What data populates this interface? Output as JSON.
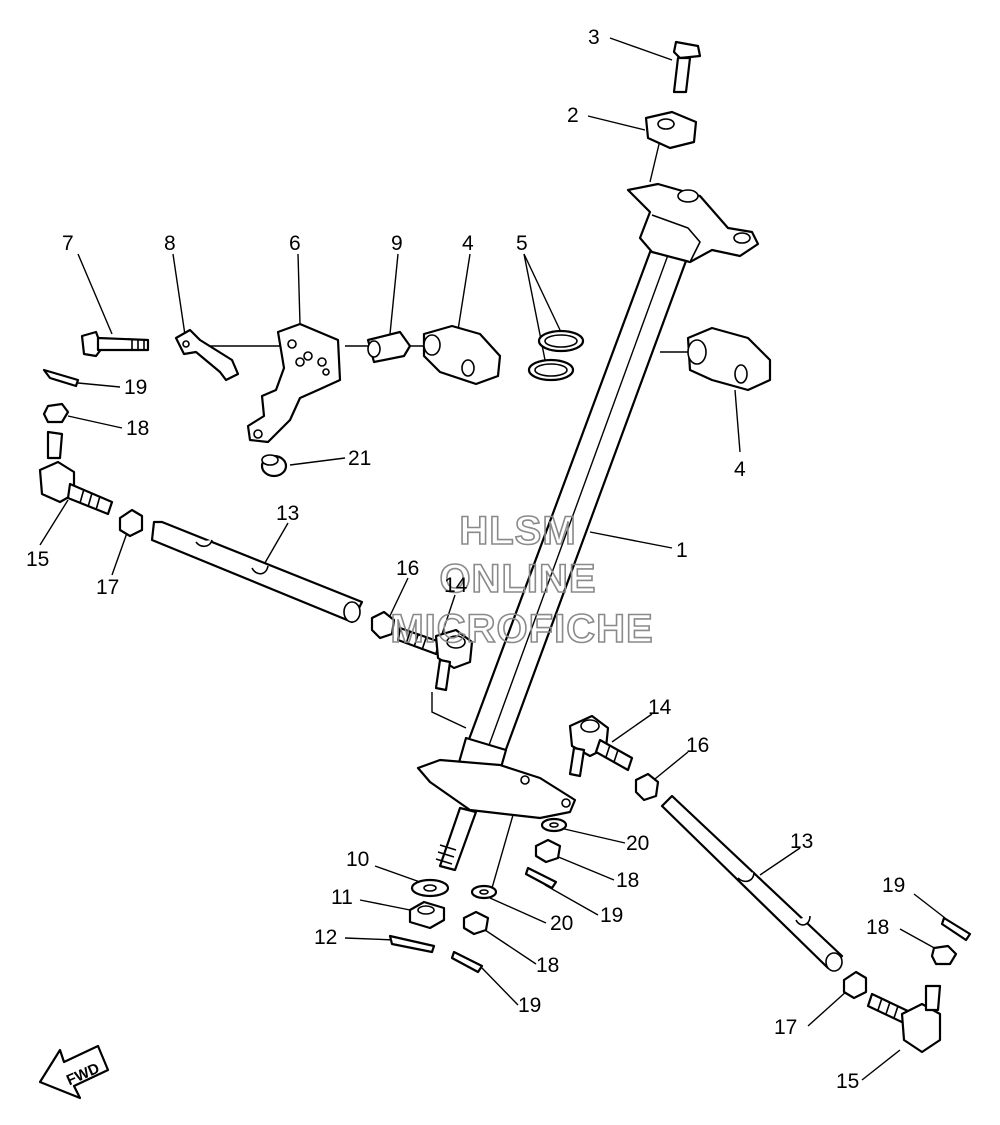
{
  "watermark": {
    "line1": "HLSM",
    "line2": "ONLINE",
    "line3": "MICROFICHE"
  },
  "fwd_label": "FWD",
  "callouts": [
    {
      "id": "c3",
      "text": "3"
    },
    {
      "id": "c2",
      "text": "2"
    },
    {
      "id": "c7",
      "text": "7"
    },
    {
      "id": "c8",
      "text": "8"
    },
    {
      "id": "c6",
      "text": "6"
    },
    {
      "id": "c9",
      "text": "9"
    },
    {
      "id": "c4a",
      "text": "4"
    },
    {
      "id": "c5",
      "text": "5"
    },
    {
      "id": "c19a",
      "text": "19"
    },
    {
      "id": "c18a",
      "text": "18"
    },
    {
      "id": "c21",
      "text": "21"
    },
    {
      "id": "c4b",
      "text": "4"
    },
    {
      "id": "c15a",
      "text": "15"
    },
    {
      "id": "c17a",
      "text": "17"
    },
    {
      "id": "c13a",
      "text": "13"
    },
    {
      "id": "c1",
      "text": "1"
    },
    {
      "id": "c16a",
      "text": "16"
    },
    {
      "id": "c14a",
      "text": "14"
    },
    {
      "id": "c14b",
      "text": "14"
    },
    {
      "id": "c16b",
      "text": "16"
    },
    {
      "id": "c13b",
      "text": "13"
    },
    {
      "id": "c20a",
      "text": "20"
    },
    {
      "id": "c10",
      "text": "10"
    },
    {
      "id": "c18b",
      "text": "18"
    },
    {
      "id": "c11",
      "text": "11"
    },
    {
      "id": "c19b",
      "text": "19"
    },
    {
      "id": "c20b",
      "text": "20"
    },
    {
      "id": "c12",
      "text": "12"
    },
    {
      "id": "c18c",
      "text": "18"
    },
    {
      "id": "c19c",
      "text": "19"
    },
    {
      "id": "c19d",
      "text": "19"
    },
    {
      "id": "c18d",
      "text": "18"
    },
    {
      "id": "c17b",
      "text": "17"
    },
    {
      "id": "c15b",
      "text": "15"
    }
  ]
}
